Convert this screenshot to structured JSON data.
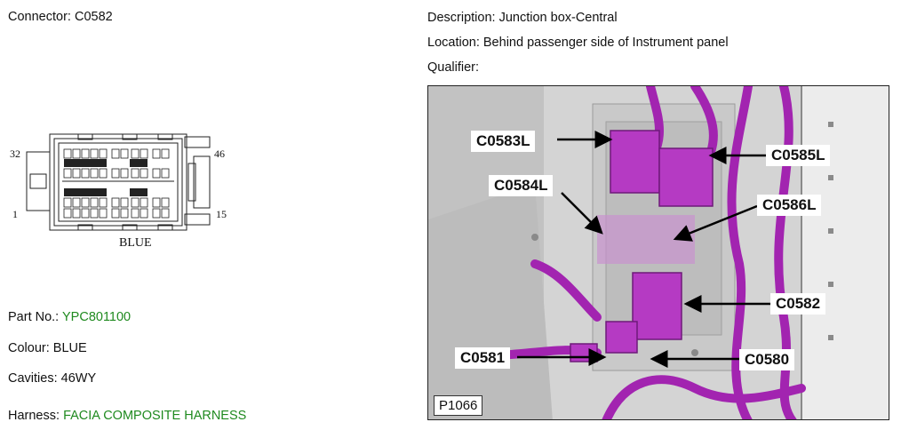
{
  "connector": {
    "label": "Connector:",
    "value": "C0582"
  },
  "description": {
    "label": "Description:",
    "value": "Junction box-Central"
  },
  "location": {
    "label": "Location:",
    "value": "Behind passenger side of Instrument panel"
  },
  "qualifier": {
    "label": "Qualifier:",
    "value": ""
  },
  "connector_diagram": {
    "pin_labels": {
      "top_left": "32",
      "bottom_left": "1",
      "top_right": "46",
      "bottom_right": "15"
    },
    "colour_caption": "BLUE"
  },
  "part_no": {
    "label": "Part No.:",
    "value": "YPC801100"
  },
  "colour": {
    "label": "Colour:",
    "value": "BLUE"
  },
  "cavities": {
    "label": "Cavities:",
    "value": "46WY"
  },
  "harness": {
    "label": "Harness:",
    "value": "FACIA COMPOSITE HARNESS"
  },
  "photo": {
    "code": "P1066",
    "callouts": [
      "C0583L",
      "C0585L",
      "C0584L",
      "C0586L",
      "C0582",
      "C0581",
      "C0580"
    ]
  },
  "colors": {
    "link_green": "#1f8a1f",
    "harness_purple": "#a224b0"
  }
}
